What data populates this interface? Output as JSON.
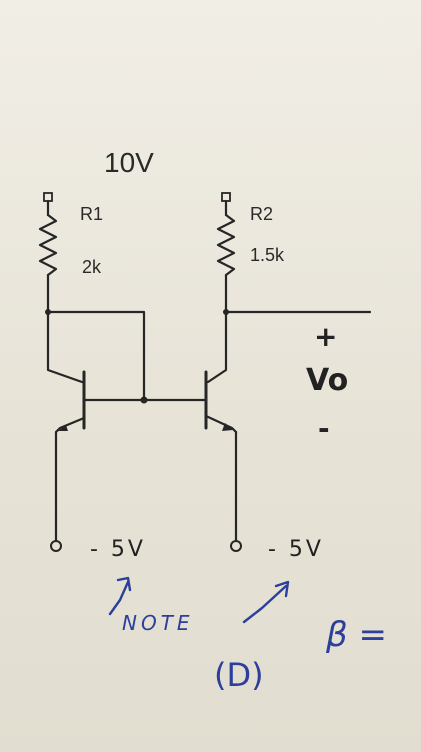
{
  "supply_label": "10V",
  "r1": {
    "name": "R1",
    "value": "2k"
  },
  "r2": {
    "name": "R2",
    "value": "1.5k"
  },
  "output_label": "Vo",
  "output_plus": "+",
  "output_minus": "-",
  "emitter_left_label": "- 5V",
  "emitter_right_label": "- 5V",
  "note_label": "NOTE",
  "note_ref": "(D)",
  "beta_label": "β ="
}
